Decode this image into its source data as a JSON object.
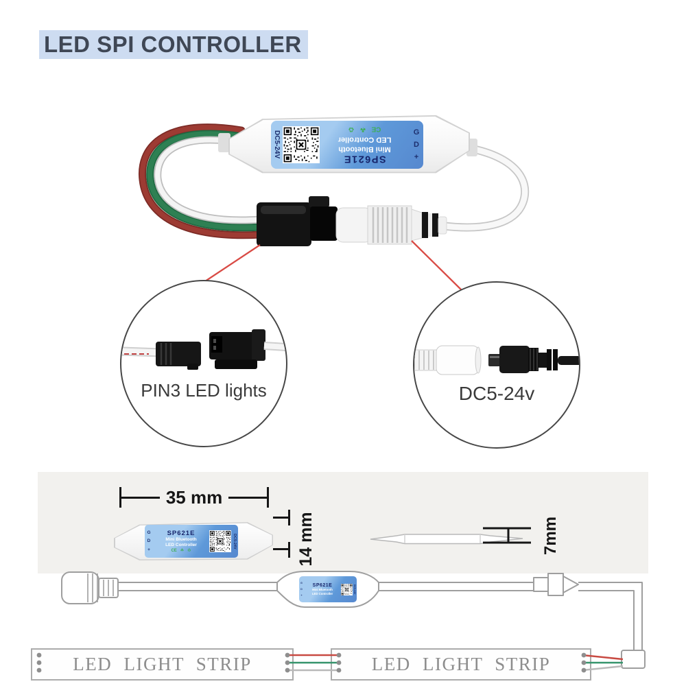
{
  "title": "LED SPI CONTROLLER",
  "device_label": {
    "model": "SP621E",
    "product_line1": "Mini Bluetooth",
    "product_line2": "LED Controller",
    "voltage": "DC5-24V",
    "pins": [
      "G",
      "D",
      "+"
    ],
    "cert_icons": [
      {
        "name": "ce-icon",
        "glyph": "CE"
      },
      {
        "name": "leaf-icon",
        "glyph": "☘"
      },
      {
        "name": "recycle-icon",
        "glyph": "♻"
      }
    ]
  },
  "callouts": {
    "pin3_label": "PIN3 LED lights",
    "power_label": "DC5-24v"
  },
  "dimensions": {
    "width_label": "35 mm",
    "height_label": "14 mm",
    "thickness_label": "7mm"
  },
  "wiring": {
    "strip_left_label": "LED LIGHT STRIP",
    "strip_right_label": "LED LIGHT STRIP"
  },
  "colors": {
    "title_highlight": "#cddcf1",
    "label_blue": "#5e99d9",
    "label_blue_light": "#a4cbf0",
    "label_navy": "#1d2f6e",
    "icon_green": "#3fae58",
    "wire_red": "#9d3b33",
    "wire_green": "#2e8053",
    "wire_white": "#f4f4f4",
    "callout_red": "#d94b45"
  }
}
